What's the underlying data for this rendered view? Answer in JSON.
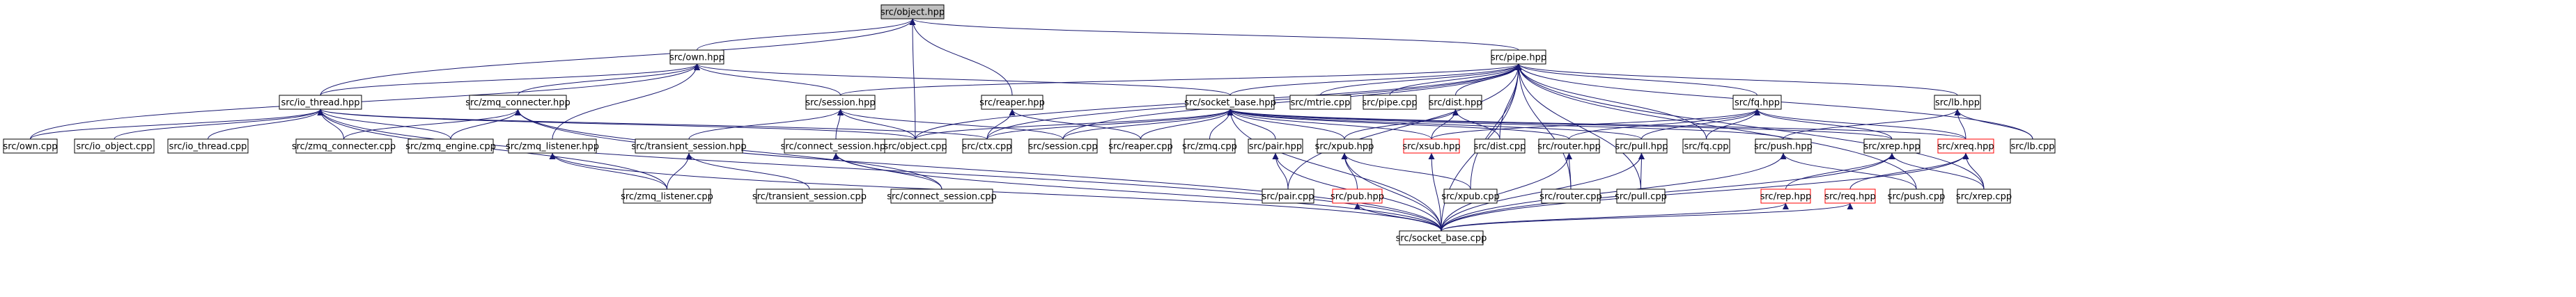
{
  "graph": {
    "edge_color": "#191970",
    "focus_fill": "#bfbfbf",
    "missing_border": "#ff0000",
    "nodes": [
      {
        "id": "object_hpp",
        "label": "src/object.hpp",
        "focus": true
      },
      {
        "id": "own_hpp",
        "label": "src/own.hpp"
      },
      {
        "id": "pipe_hpp",
        "label": "src/pipe.hpp"
      },
      {
        "id": "io_thread_hpp",
        "label": "src/io_thread.hpp"
      },
      {
        "id": "zmq_connecter_hpp",
        "label": "src/zmq_connecter.hpp"
      },
      {
        "id": "session_hpp",
        "label": "src/session.hpp"
      },
      {
        "id": "reaper_hpp",
        "label": "src/reaper.hpp"
      },
      {
        "id": "socket_base_hpp",
        "label": "src/socket_base.hpp"
      },
      {
        "id": "mtrie_cpp",
        "label": "src/mtrie.cpp"
      },
      {
        "id": "pipe_cpp",
        "label": "src/pipe.cpp"
      },
      {
        "id": "dist_hpp",
        "label": "src/dist.hpp"
      },
      {
        "id": "fq_hpp",
        "label": "src/fq.hpp"
      },
      {
        "id": "lb_hpp",
        "label": "src/lb.hpp"
      },
      {
        "id": "own_cpp",
        "label": "src/own.cpp"
      },
      {
        "id": "io_object_cpp",
        "label": "src/io_object.cpp"
      },
      {
        "id": "io_thread_cpp",
        "label": "src/io_thread.cpp"
      },
      {
        "id": "zmq_connecter_cpp",
        "label": "src/zmq_connecter.cpp"
      },
      {
        "id": "zmq_engine_cpp",
        "label": "src/zmq_engine.cpp"
      },
      {
        "id": "zmq_listener_hpp",
        "label": "src/zmq_listener.hpp"
      },
      {
        "id": "transient_session_hpp",
        "label": "src/transient_session.hpp"
      },
      {
        "id": "connect_session_hpp",
        "label": "src/connect_session.hpp"
      },
      {
        "id": "object_cpp",
        "label": "src/object.cpp"
      },
      {
        "id": "ctx_cpp",
        "label": "src/ctx.cpp"
      },
      {
        "id": "session_cpp",
        "label": "src/session.cpp"
      },
      {
        "id": "reaper_cpp",
        "label": "src/reaper.cpp"
      },
      {
        "id": "zmq_cpp",
        "label": "src/zmq.cpp"
      },
      {
        "id": "pair_hpp",
        "label": "src/pair.hpp"
      },
      {
        "id": "xpub_hpp",
        "label": "src/xpub.hpp"
      },
      {
        "id": "xsub_hpp",
        "label": "src/xsub.hpp",
        "missing": true
      },
      {
        "id": "dist_cpp",
        "label": "src/dist.cpp"
      },
      {
        "id": "router_hpp",
        "label": "src/router.hpp"
      },
      {
        "id": "pull_hpp",
        "label": "src/pull.hpp"
      },
      {
        "id": "fq_cpp",
        "label": "src/fq.cpp"
      },
      {
        "id": "push_hpp",
        "label": "src/push.hpp"
      },
      {
        "id": "xrep_hpp",
        "label": "src/xrep.hpp"
      },
      {
        "id": "xreq_hpp",
        "label": "src/xreq.hpp",
        "missing": true
      },
      {
        "id": "lb_cpp",
        "label": "src/lb.cpp"
      },
      {
        "id": "zmq_listener_cpp",
        "label": "src/zmq_listener.cpp"
      },
      {
        "id": "transient_session_cpp",
        "label": "src/transient_session.cpp"
      },
      {
        "id": "connect_session_cpp",
        "label": "src/connect_session.cpp"
      },
      {
        "id": "pair_cpp",
        "label": "src/pair.cpp"
      },
      {
        "id": "pub_hpp",
        "label": "src/pub.hpp",
        "missing": true
      },
      {
        "id": "xpub_cpp",
        "label": "src/xpub.cpp"
      },
      {
        "id": "router_cpp",
        "label": "src/router.cpp"
      },
      {
        "id": "pull_cpp",
        "label": "src/pull.cpp"
      },
      {
        "id": "rep_hpp",
        "label": "src/rep.hpp",
        "missing": true
      },
      {
        "id": "req_hpp",
        "label": "src/req.hpp",
        "missing": true
      },
      {
        "id": "push_cpp",
        "label": "src/push.cpp"
      },
      {
        "id": "xrep_cpp",
        "label": "src/xrep.cpp"
      },
      {
        "id": "socket_base_cpp",
        "label": "src/socket_base.cpp"
      }
    ],
    "edges": [
      [
        "object_hpp",
        "own_hpp"
      ],
      [
        "object_hpp",
        "pipe_hpp"
      ],
      [
        "object_hpp",
        "io_thread_hpp"
      ],
      [
        "object_hpp",
        "reaper_hpp"
      ],
      [
        "object_hpp",
        "object_cpp"
      ],
      [
        "own_hpp",
        "io_thread_hpp"
      ],
      [
        "own_hpp",
        "zmq_connecter_hpp"
      ],
      [
        "own_hpp",
        "session_hpp"
      ],
      [
        "own_hpp",
        "socket_base_hpp"
      ],
      [
        "own_hpp",
        "zmq_listener_hpp"
      ],
      [
        "own_hpp",
        "own_cpp"
      ],
      [
        "pipe_hpp",
        "session_hpp"
      ],
      [
        "pipe_hpp",
        "socket_base_hpp"
      ],
      [
        "pipe_hpp",
        "mtrie_cpp"
      ],
      [
        "pipe_hpp",
        "pipe_cpp"
      ],
      [
        "pipe_hpp",
        "dist_hpp"
      ],
      [
        "pipe_hpp",
        "fq_hpp"
      ],
      [
        "pipe_hpp",
        "lb_hpp"
      ],
      [
        "pipe_hpp",
        "object_cpp"
      ],
      [
        "pipe_hpp",
        "ctx_cpp"
      ],
      [
        "pipe_hpp",
        "session_cpp"
      ],
      [
        "pipe_hpp",
        "dist_cpp"
      ],
      [
        "pipe_hpp",
        "fq_cpp"
      ],
      [
        "pipe_hpp",
        "lb_cpp"
      ],
      [
        "pipe_hpp",
        "pair_cpp"
      ],
      [
        "pipe_hpp",
        "xpub_cpp"
      ],
      [
        "pipe_hpp",
        "router_cpp"
      ],
      [
        "pipe_hpp",
        "pull_cpp"
      ],
      [
        "pipe_hpp",
        "push_cpp"
      ],
      [
        "pipe_hpp",
        "xrep_cpp"
      ],
      [
        "pipe_hpp",
        "socket_base_cpp"
      ],
      [
        "io_thread_hpp",
        "own_cpp"
      ],
      [
        "io_thread_hpp",
        "io_object_cpp"
      ],
      [
        "io_thread_hpp",
        "io_thread_cpp"
      ],
      [
        "io_thread_hpp",
        "zmq_connecter_cpp"
      ],
      [
        "io_thread_hpp",
        "zmq_engine_cpp"
      ],
      [
        "io_thread_hpp",
        "object_cpp"
      ],
      [
        "io_thread_hpp",
        "ctx_cpp"
      ],
      [
        "io_thread_hpp",
        "zmq_listener_cpp"
      ],
      [
        "io_thread_hpp",
        "socket_base_cpp"
      ],
      [
        "zmq_connecter_hpp",
        "zmq_connecter_cpp"
      ],
      [
        "zmq_connecter_hpp",
        "zmq_engine_cpp"
      ],
      [
        "zmq_connecter_hpp",
        "connect_session_cpp"
      ],
      [
        "zmq_connecter_hpp",
        "socket_base_cpp"
      ],
      [
        "session_hpp",
        "transient_session_hpp"
      ],
      [
        "session_hpp",
        "connect_session_hpp"
      ],
      [
        "session_hpp",
        "object_cpp"
      ],
      [
        "session_hpp",
        "session_cpp"
      ],
      [
        "reaper_hpp",
        "ctx_cpp"
      ],
      [
        "reaper_hpp",
        "reaper_cpp"
      ],
      [
        "socket_base_hpp",
        "object_cpp"
      ],
      [
        "socket_base_hpp",
        "ctx_cpp"
      ],
      [
        "socket_base_hpp",
        "session_cpp"
      ],
      [
        "socket_base_hpp",
        "reaper_cpp"
      ],
      [
        "socket_base_hpp",
        "zmq_cpp"
      ],
      [
        "socket_base_hpp",
        "pair_hpp"
      ],
      [
        "socket_base_hpp",
        "xpub_hpp"
      ],
      [
        "socket_base_hpp",
        "xsub_hpp"
      ],
      [
        "socket_base_hpp",
        "router_hpp"
      ],
      [
        "socket_base_hpp",
        "pull_hpp"
      ],
      [
        "socket_base_hpp",
        "push_hpp"
      ],
      [
        "socket_base_hpp",
        "xrep_hpp"
      ],
      [
        "socket_base_hpp",
        "xreq_hpp"
      ],
      [
        "socket_base_hpp",
        "socket_base_cpp"
      ],
      [
        "dist_hpp",
        "xpub_hpp"
      ],
      [
        "dist_hpp",
        "xsub_hpp"
      ],
      [
        "dist_hpp",
        "dist_cpp"
      ],
      [
        "fq_hpp",
        "xsub_hpp"
      ],
      [
        "fq_hpp",
        "router_hpp"
      ],
      [
        "fq_hpp",
        "pull_hpp"
      ],
      [
        "fq_hpp",
        "fq_cpp"
      ],
      [
        "fq_hpp",
        "xrep_hpp"
      ],
      [
        "fq_hpp",
        "xreq_hpp"
      ],
      [
        "lb_hpp",
        "push_hpp"
      ],
      [
        "lb_hpp",
        "xreq_hpp"
      ],
      [
        "lb_hpp",
        "lb_cpp"
      ],
      [
        "zmq_listener_hpp",
        "zmq_listener_cpp"
      ],
      [
        "zmq_listener_hpp",
        "socket_base_cpp"
      ],
      [
        "transient_session_hpp",
        "zmq_listener_cpp"
      ],
      [
        "transient_session_hpp",
        "transient_session_cpp"
      ],
      [
        "connect_session_hpp",
        "connect_session_cpp"
      ],
      [
        "connect_session_hpp",
        "socket_base_cpp"
      ],
      [
        "pair_hpp",
        "pair_cpp"
      ],
      [
        "pair_hpp",
        "socket_base_cpp"
      ],
      [
        "xpub_hpp",
        "pub_hpp"
      ],
      [
        "xpub_hpp",
        "xpub_cpp"
      ],
      [
        "xpub_hpp",
        "socket_base_cpp"
      ],
      [
        "xsub_hpp",
        "socket_base_cpp"
      ],
      [
        "router_hpp",
        "router_cpp"
      ],
      [
        "router_hpp",
        "socket_base_cpp"
      ],
      [
        "pull_hpp",
        "pull_cpp"
      ],
      [
        "pull_hpp",
        "socket_base_cpp"
      ],
      [
        "push_hpp",
        "push_cpp"
      ],
      [
        "push_hpp",
        "socket_base_cpp"
      ],
      [
        "xrep_hpp",
        "rep_hpp"
      ],
      [
        "xrep_hpp",
        "xrep_cpp"
      ],
      [
        "xrep_hpp",
        "socket_base_cpp"
      ],
      [
        "xreq_hpp",
        "req_hpp"
      ],
      [
        "xreq_hpp",
        "xrep_cpp"
      ],
      [
        "xreq_hpp",
        "socket_base_cpp"
      ],
      [
        "pub_hpp",
        "socket_base_cpp"
      ],
      [
        "rep_hpp",
        "socket_base_cpp"
      ],
      [
        "req_hpp",
        "socket_base_cpp"
      ]
    ]
  }
}
